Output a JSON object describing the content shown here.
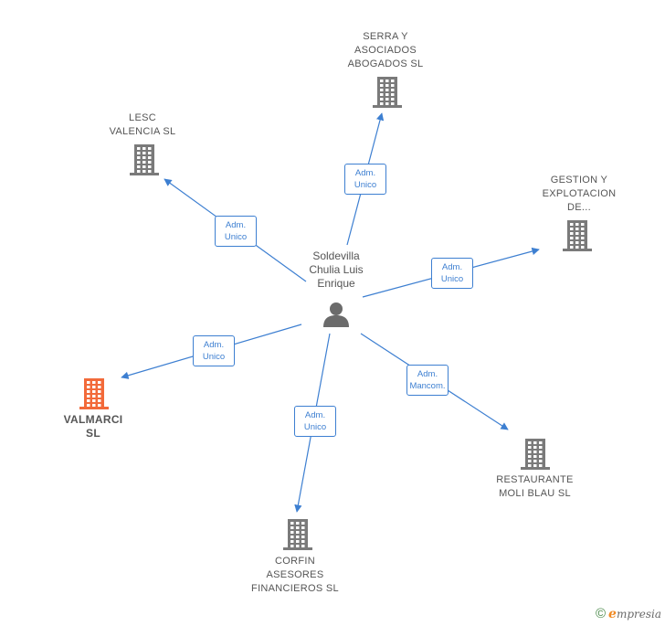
{
  "center": {
    "name": "Soldevilla\nChulia Luis\nEnrique"
  },
  "nodes": [
    {
      "id": "serra",
      "label": "SERRA Y\nASOCIADOS\nABOGADOS  SL",
      "highlight": false
    },
    {
      "id": "lesc",
      "label": "LESC\nVALENCIA  SL",
      "highlight": false
    },
    {
      "id": "gestion",
      "label": "GESTION Y\nEXPLOTACION\nDE...",
      "highlight": false
    },
    {
      "id": "valmarci",
      "label": "VALMARCI\nSL",
      "highlight": true
    },
    {
      "id": "corfin",
      "label": "CORFIN\nASESORES\nFINANCIEROS SL",
      "highlight": false
    },
    {
      "id": "restaurante",
      "label": "RESTAURANTE\nMOLI BLAU  SL",
      "highlight": false
    }
  ],
  "edges": [
    {
      "to": "serra",
      "label": "Adm.\nUnico"
    },
    {
      "to": "lesc",
      "label": "Adm.\nUnico"
    },
    {
      "to": "gestion",
      "label": "Adm.\nUnico"
    },
    {
      "to": "valmarci",
      "label": "Adm.\nUnico"
    },
    {
      "to": "corfin",
      "label": "Adm.\nUnico"
    },
    {
      "to": "restaurante",
      "label": "Adm.\nMancom."
    }
  ],
  "colors": {
    "edge": "#3d7fd1",
    "building": "#7a7a7a",
    "building_highlight": "#f26a3a",
    "person": "#6b6b6b"
  },
  "brand": {
    "copyright": "©",
    "e": "e",
    "rest": "mpresia"
  }
}
